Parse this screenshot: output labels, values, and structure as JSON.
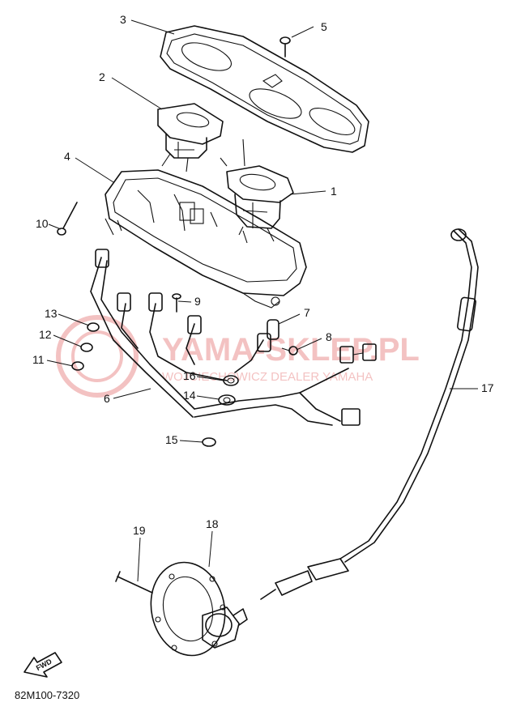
{
  "diagram": {
    "callouts": [
      "1",
      "2",
      "3",
      "4",
      "5",
      "6",
      "7",
      "8",
      "9",
      "10",
      "11",
      "12",
      "13",
      "14",
      "15",
      "16",
      "17",
      "18",
      "19"
    ],
    "watermark": {
      "line1": "YAMA-SKLEP.PL",
      "line2": "WOJCIECHOWICZ DEALER YAMAHA",
      "color": "#f2b8b8"
    },
    "direction_label": "FWD",
    "drawing_code": "82M100-7320"
  }
}
